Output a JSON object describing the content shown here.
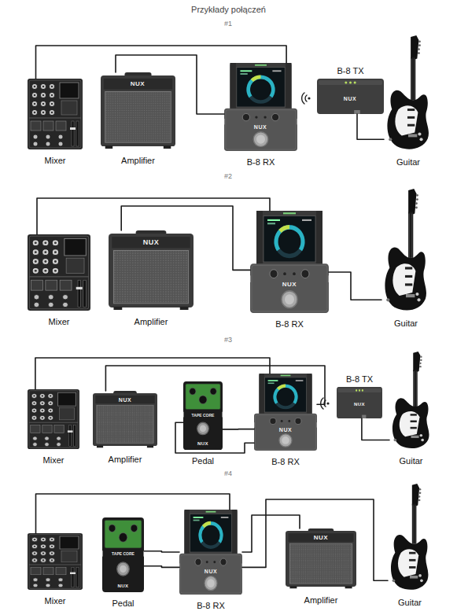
{
  "diagram": {
    "title": "Przykłady połączeń",
    "nodes": [
      {
        "text": [
          "Mixer"
        ]
      },
      {
        "text": [
          "Amplifier"
        ]
      },
      {
        "text": [
          "B-8 RX"
        ]
      },
      {
        "text": [
          "B-8 TX"
        ]
      },
      {
        "text": [
          "Guitar"
        ]
      },
      {
        "text": [
          "Mixer"
        ]
      },
      {
        "text": [
          "Amplifier"
        ]
      },
      {
        "text": [
          "B-8 RX"
        ]
      },
      {
        "text": [
          "Guitar"
        ]
      },
      {
        "text": [
          "Mixer"
        ]
      },
      {
        "text": [
          "Amplifier"
        ]
      },
      {
        "text": [
          "Pedal"
        ]
      },
      {
        "text": [
          "B-8 RX"
        ]
      },
      {
        "text": [
          "B-8 TX"
        ]
      },
      {
        "text": [
          "Guitar"
        ]
      },
      {
        "text": [
          "Mixer"
        ]
      },
      {
        "text": [
          "Pedal"
        ]
      },
      {
        "text": [
          "B-8 RX"
        ]
      },
      {
        "text": [
          "Amplifier"
        ]
      },
      {
        "text": [
          "Guitar"
        ]
      }
    ],
    "edges": [
      {
        "from": 0,
        "to": 2,
        "arrow": "none"
      },
      {
        "from": 1,
        "to": 2,
        "arrow": "none"
      },
      {
        "from": 3,
        "to": 4,
        "arrow": "none"
      },
      {
        "from": 5,
        "to": 7,
        "arrow": "none"
      },
      {
        "from": 6,
        "to": 7,
        "arrow": "none"
      },
      {
        "from": 7,
        "to": 8,
        "arrow": "none"
      },
      {
        "from": 9,
        "to": 12,
        "arrow": "none"
      },
      {
        "from": 10,
        "to": 12,
        "arrow": "none"
      },
      {
        "from": 11,
        "to": 12,
        "arrow": "none"
      },
      {
        "from": 11,
        "to": 12,
        "arrow": "none"
      },
      {
        "from": 13,
        "to": 14,
        "arrow": "none"
      },
      {
        "from": 15,
        "to": 17,
        "arrow": "none"
      },
      {
        "from": 16,
        "to": 17,
        "arrow": "none"
      },
      {
        "from": 16,
        "to": 17,
        "arrow": "none"
      },
      {
        "from": 17,
        "to": 18,
        "arrow": "none"
      },
      {
        "from": 17,
        "to": 19,
        "arrow": "none"
      }
    ],
    "labels": [
      "#1",
      "NUX",
      "NUX",
      "NUX",
      "#2",
      "NUX",
      "NUX",
      "#3",
      "NUX",
      "TAPE CORE",
      "NUX",
      "NUX",
      "NUX",
      "#4",
      "TAPE CORE",
      "NUX",
      "NUX",
      "NUX"
    ]
  }
}
